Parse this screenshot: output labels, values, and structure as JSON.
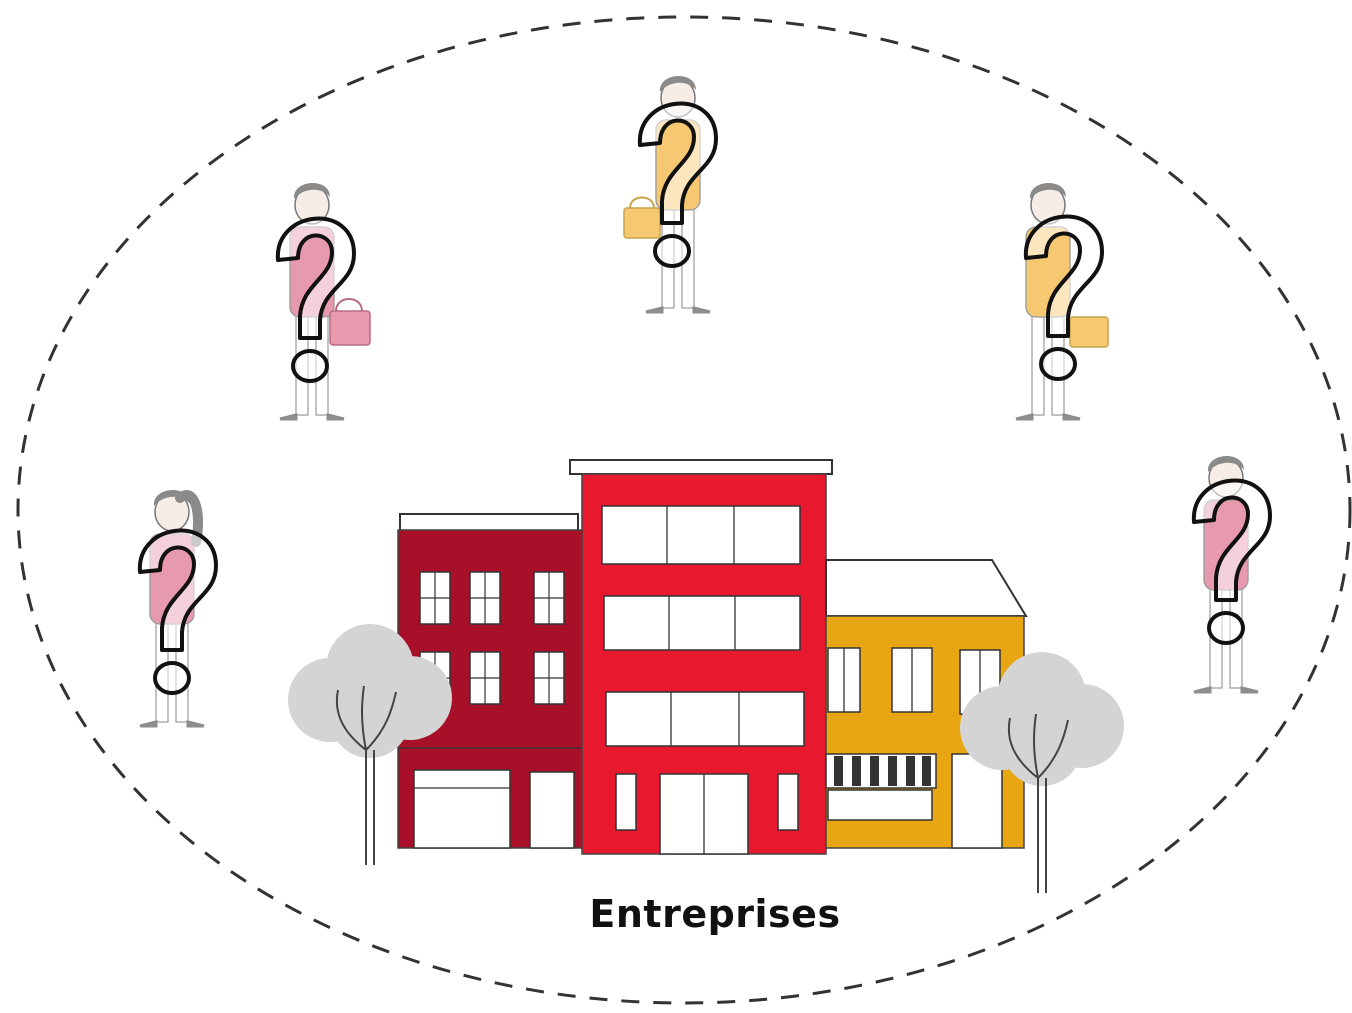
{
  "caption": "Entreprises",
  "colors": {
    "building_left": "#a8102a",
    "building_center": "#e8192f",
    "building_right": "#e8a712",
    "tree": "#d4d4d4",
    "boundary": "#333333",
    "question_mark_stroke": "#111111",
    "person_pink": "#e79aae",
    "person_yellow": "#f5c871",
    "hair": "#888888"
  },
  "people": [
    {
      "name": "person-top-center",
      "accent": "#f5c871",
      "bag": "#f5c871"
    },
    {
      "name": "person-upper-left",
      "accent": "#e79aae",
      "bag": "#e79aae"
    },
    {
      "name": "person-upper-right",
      "accent": "#f5c871",
      "bag": "#f5c871"
    },
    {
      "name": "person-left",
      "accent": "#e79aae",
      "bag": ""
    },
    {
      "name": "person-right",
      "accent": "#e79aae",
      "bag": ""
    }
  ],
  "icons": [
    "question-mark-icon",
    "person-icon",
    "building-icon",
    "tree-icon"
  ]
}
